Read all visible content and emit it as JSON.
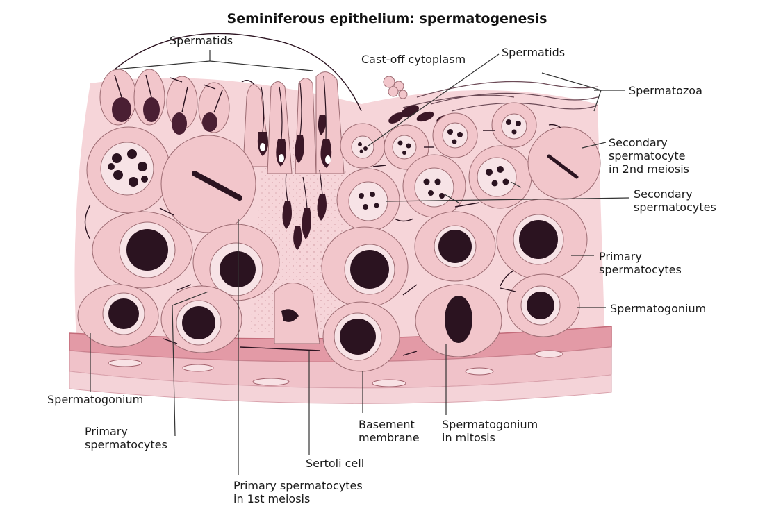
{
  "title": "Seminiferous epithelium: spermatogenesis",
  "labels": {
    "spermatids_top": "Spermatids",
    "cast_off": "Cast-off cytoplasm",
    "spermatids_right": "Spermatids",
    "spermatozoa": "Spermatozoa",
    "secondary_2nd": [
      "Secondary",
      "spermatocyte",
      "in 2nd meiosis"
    ],
    "secondary": [
      "Secondary",
      "spermatocytes"
    ],
    "primary_right": [
      "Primary",
      "spermatocytes"
    ],
    "spermatogonium_right": "Spermatogonium",
    "spermatogonium_left": "Spermatogonium",
    "primary_left": [
      "Primary",
      "spermatocytes"
    ],
    "sertoli": "Sertoli cell",
    "primary_1st": [
      "Primary spermatocytes",
      "in 1st meiosis"
    ],
    "basement": [
      "Basement",
      "membrane"
    ],
    "mitosis": [
      "Spermatogonium",
      "in mitosis"
    ]
  },
  "colors": {
    "cytoplasm": "#f2c6cb",
    "cell_outline": "#9c6b72",
    "chromatin": "#2b1320",
    "membrane": "#d98a96",
    "nucleus_light": "#f7e3e6",
    "leader": "#333333"
  }
}
